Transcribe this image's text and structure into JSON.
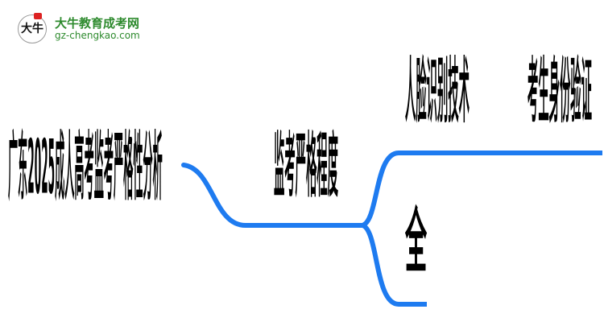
{
  "logo": {
    "name": "大牛教育成考网",
    "url": "gz-chengkao.com",
    "mark": "大牛"
  },
  "root": "广东2025成人高考监考严格性分析",
  "branch": "监考严格程度",
  "leaves": [
    "人脸识别技术",
    "考生身份验证",
    "全"
  ],
  "colors": {
    "line": "#1e7bf0",
    "text": "#000000",
    "logo": "#2d8a2d"
  }
}
